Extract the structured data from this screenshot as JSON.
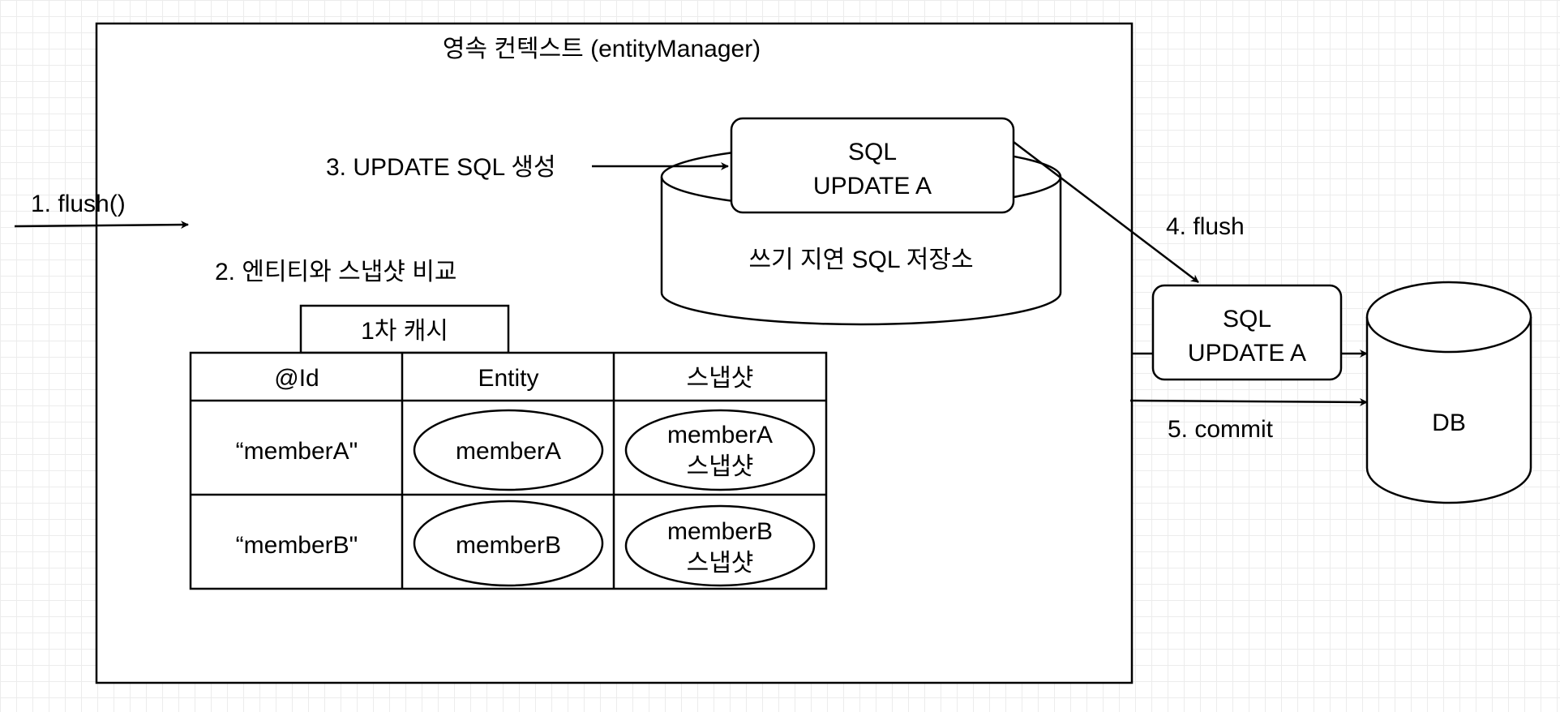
{
  "context": {
    "title": "영속 컨텍스트 (entityManager)"
  },
  "steps": {
    "flush_call": "1. flush()",
    "compare": "2. 엔티티와 스냅샷 비교",
    "generate": "3. UPDATE SQL 생성",
    "flush": "4. flush",
    "commit": "5. commit"
  },
  "write_behind_store": {
    "label": "쓰기 지연 SQL 저장소",
    "query_line1": "SQL",
    "query_line2": "UPDATE A"
  },
  "outgoing_query": {
    "line1": "SQL",
    "line2": "UPDATE A"
  },
  "database": {
    "label": "DB"
  },
  "first_level_cache": {
    "tab_label": "1차 캐시",
    "headers": [
      "@Id",
      "Entity",
      "스냅샷"
    ],
    "rows": [
      {
        "id": "“memberA\"",
        "entity": "memberA",
        "snapshot_line1": "memberA",
        "snapshot_line2": "스냅샷"
      },
      {
        "id": "“memberB\"",
        "entity": "memberB",
        "snapshot_line1": "memberB",
        "snapshot_line2": "스냅샷"
      }
    ]
  }
}
